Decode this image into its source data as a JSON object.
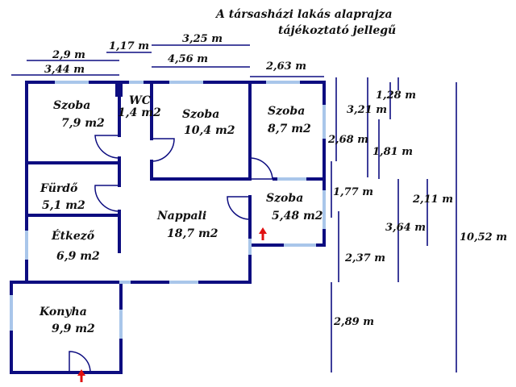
{
  "title": {
    "line1": "A társasházi lakás alaprajza",
    "line2": "tájékoztató jellegű"
  },
  "rooms": [
    {
      "id": "szoba-1",
      "name": "Szoba",
      "area": "7,9 m2"
    },
    {
      "id": "wc",
      "name": "WC",
      "area": "1,4 m2"
    },
    {
      "id": "szoba-2",
      "name": "Szoba",
      "area": "10,4 m2"
    },
    {
      "id": "szoba-3",
      "name": "Szoba",
      "area": "8,7 m2"
    },
    {
      "id": "furdo",
      "name": "Fürdő",
      "area": "5,1 m2"
    },
    {
      "id": "nappali",
      "name": "Nappali",
      "area": "18,7 m2"
    },
    {
      "id": "szoba-4",
      "name": "Szoba",
      "area": "5,48 m2"
    },
    {
      "id": "etkezo",
      "name": "Étkező",
      "area": "6,9 m2"
    },
    {
      "id": "konyha",
      "name": "Konyha",
      "area": "9,9 m2"
    }
  ],
  "dimensions": {
    "top": [
      "2,9 m",
      "1,17 m",
      "3,25 m",
      "4,56 m",
      "3,44 m",
      "2,63 m"
    ],
    "right": [
      "1,28 m",
      "3,21 m",
      "2,68 m",
      "1,81 m",
      "1,77 m",
      "2,11 m",
      "3,64 m",
      "10,52 m",
      "2,37 m",
      "2,89 m"
    ]
  }
}
